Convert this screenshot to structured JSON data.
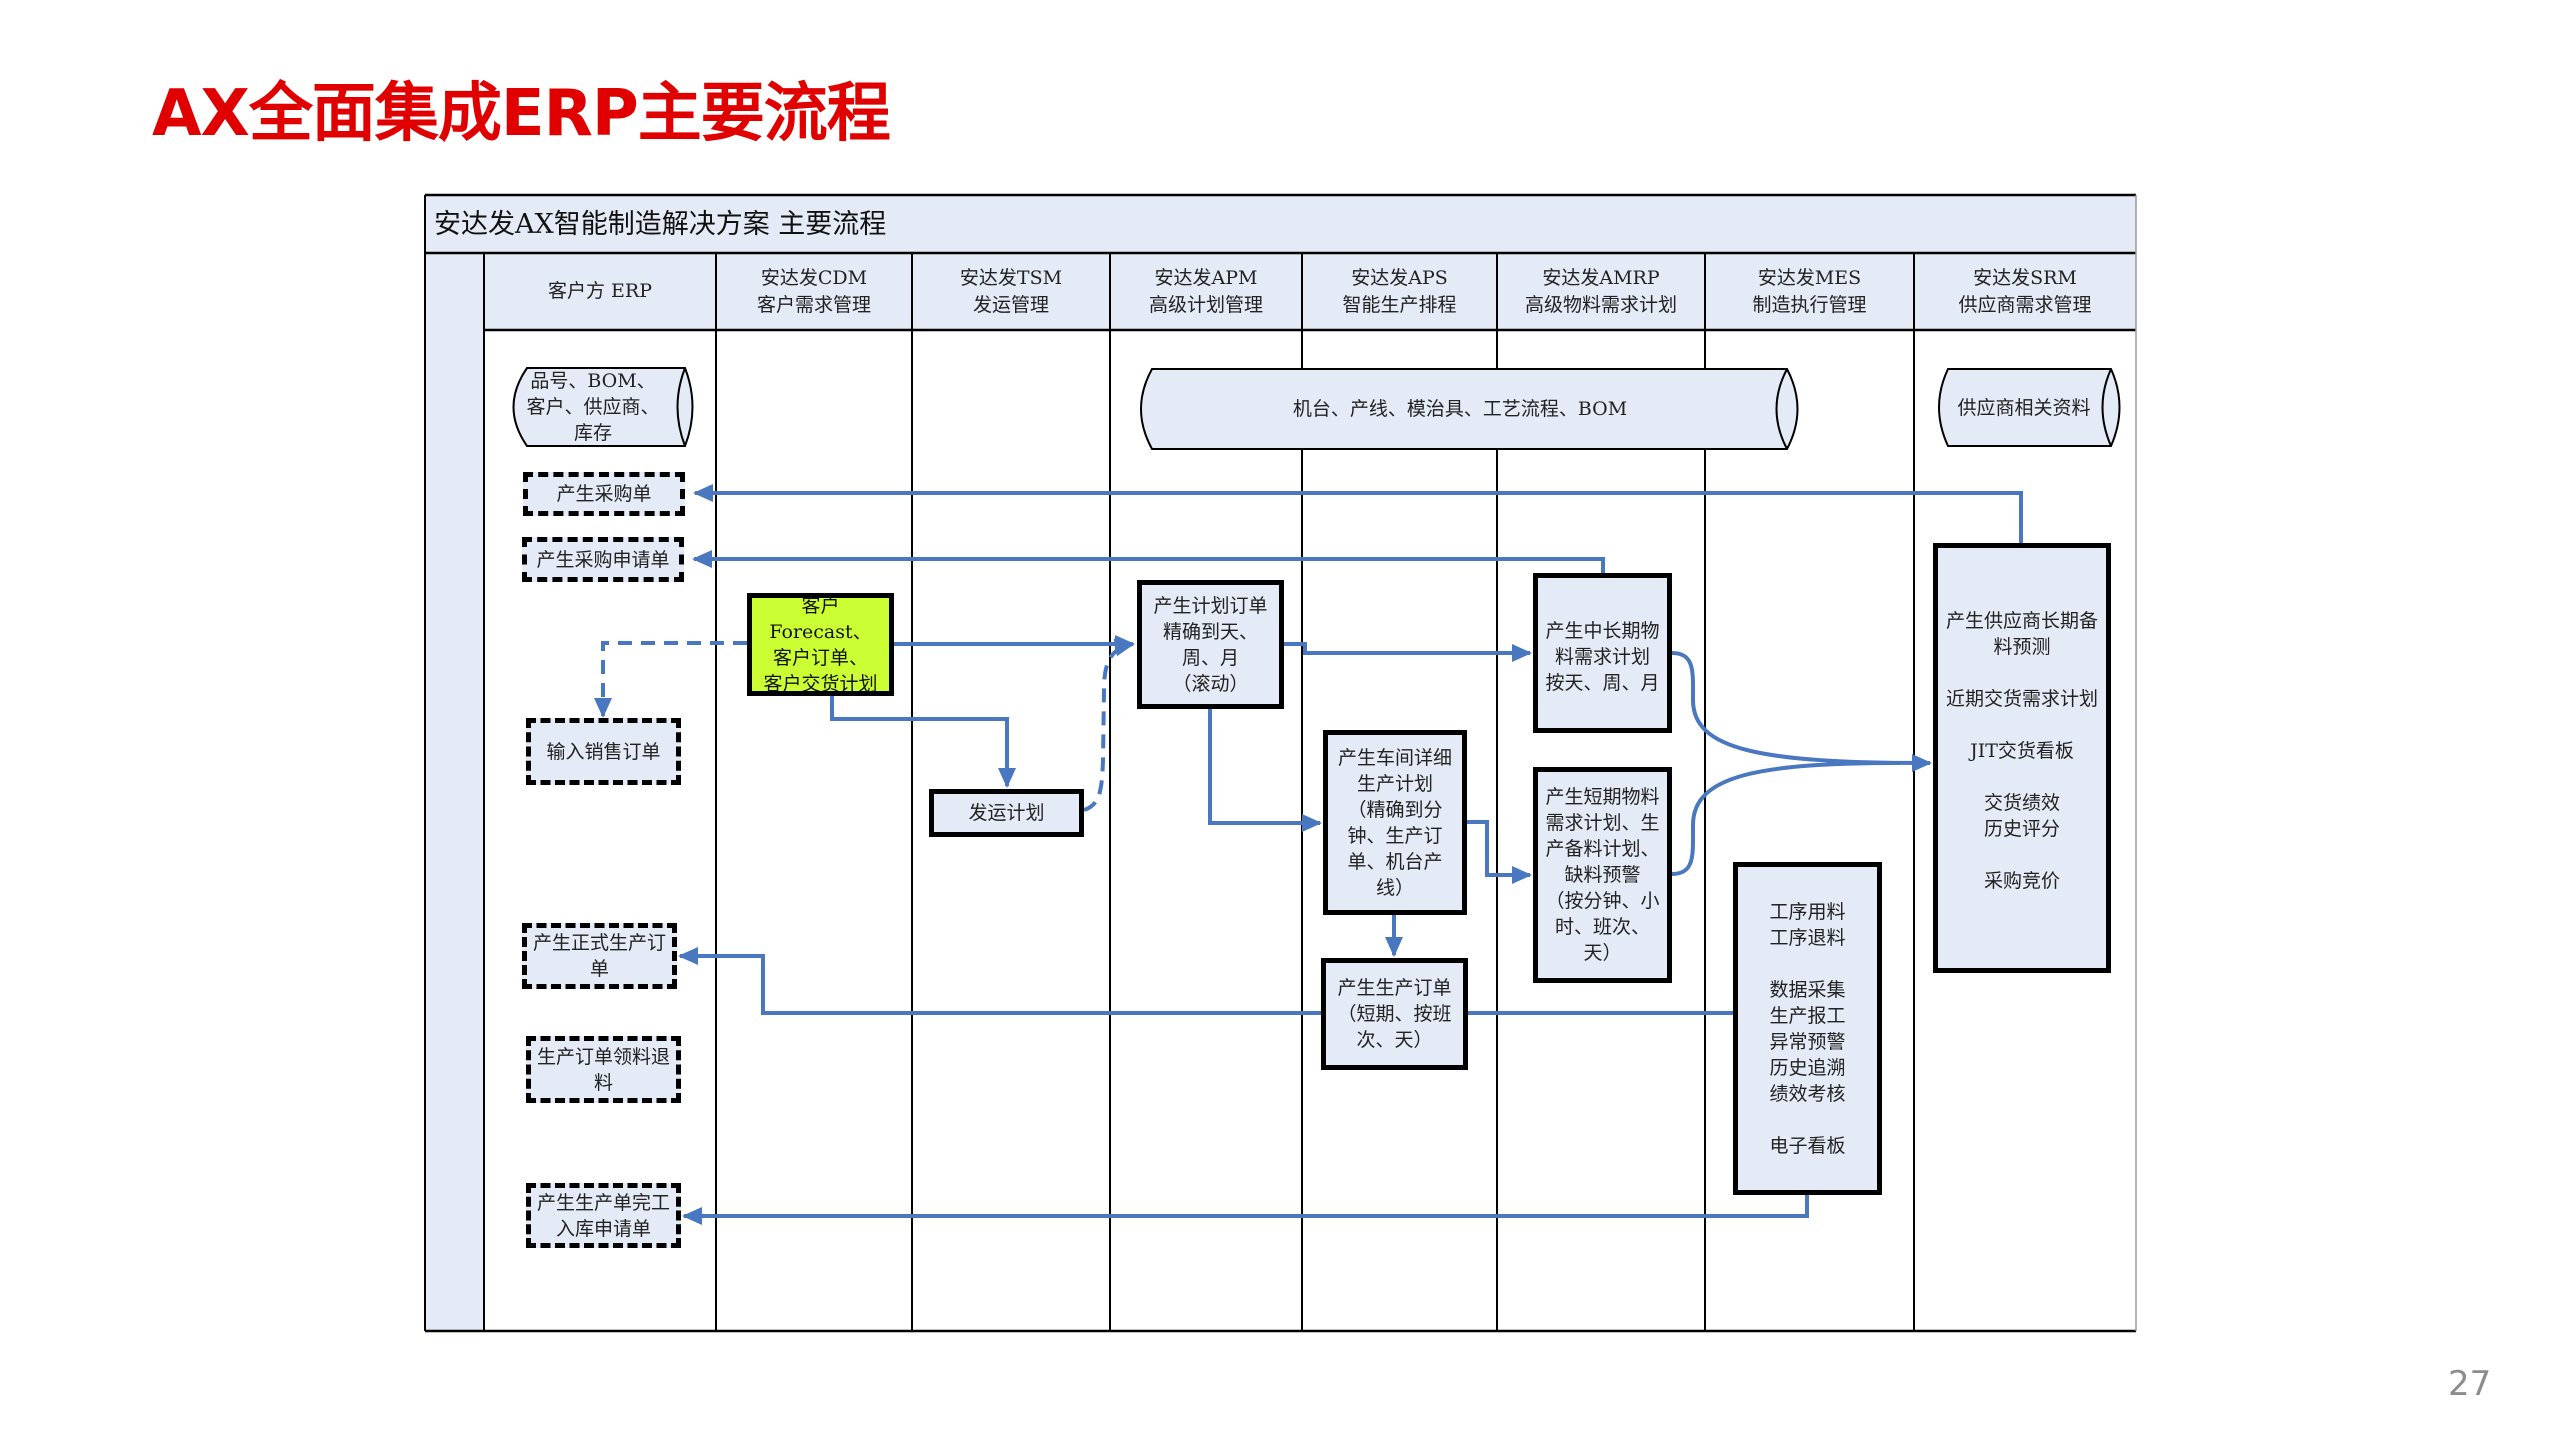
{
  "slide": {
    "title": "AX全面集成ERP主要流程",
    "page_number": "27"
  },
  "diagram": {
    "title": "安达发AX智能制造解决方案 主要流程",
    "colors": {
      "title_red": "#e00000",
      "header_fill": "#e4eaf6",
      "highlight_fill": "#ccff33",
      "connector_blue": "#4a78c0"
    },
    "lanes": [
      {
        "name": "客户方 ERP",
        "sub": ""
      },
      {
        "name": "安达发CDM",
        "sub": "客户需求管理"
      },
      {
        "name": "安达发TSM",
        "sub": "发运管理"
      },
      {
        "name": "安达发APM",
        "sub": "高级计划管理"
      },
      {
        "name": "安达发APS",
        "sub": "智能生产排程"
      },
      {
        "name": "安达发AMRP",
        "sub": "高级物料需求计划"
      },
      {
        "name": "安达发MES",
        "sub": "制造执行管理"
      },
      {
        "name": "安达发SRM",
        "sub": "供应商需求管理"
      }
    ],
    "data_stores": {
      "erp_master": "品号、BOM、\n客户、供应商、\n库存",
      "manufacturing_master": "机台、产线、模治具、工艺流程、BOM",
      "supplier_data": "供应商相关资料"
    },
    "nodes": {
      "purchase_order": "产生采购单",
      "purchase_request": "产生采购申请单",
      "input_sales_order": "输入销售订单",
      "formal_production_order": "产生正式生产订\n单",
      "production_material_return": "生产订单领料退\n料",
      "completion_receipt_request": "产生生产单完工\n入库申请单",
      "customer_demand": "客户Forecast、\n客户订单、\n客户交货计划",
      "shipping_plan": "发运计划",
      "planned_order": "产生计划订单\n精确到天、\n周、月\n（滚动）",
      "workshop_schedule": "产生车间详细\n生产计划\n（精确到分\n钟、生产订\n单、机台产\n线）",
      "production_order": "产生生产订单\n（短期、按班\n次、天）",
      "long_term_mrp": "产生中长期物\n料需求计划\n按天、周、月",
      "short_term_mrp": "产生短期物料\n需求计划、生\n产备料计划、\n缺料预警\n（按分钟、小\n时、班次、\n天）",
      "mes_functions": "工序用料\n工序退料\n\n数据采集\n生产报工\n异常预警\n历史追溯\n绩效考核\n\n电子看板",
      "srm_functions": {
        "line1": "产生供应商长期备\n料预测",
        "line2": "近期交货需求计划",
        "line3": "JIT交货看板",
        "line4": "交货绩效\n历史评分",
        "line5": "采购竞价"
      }
    }
  }
}
